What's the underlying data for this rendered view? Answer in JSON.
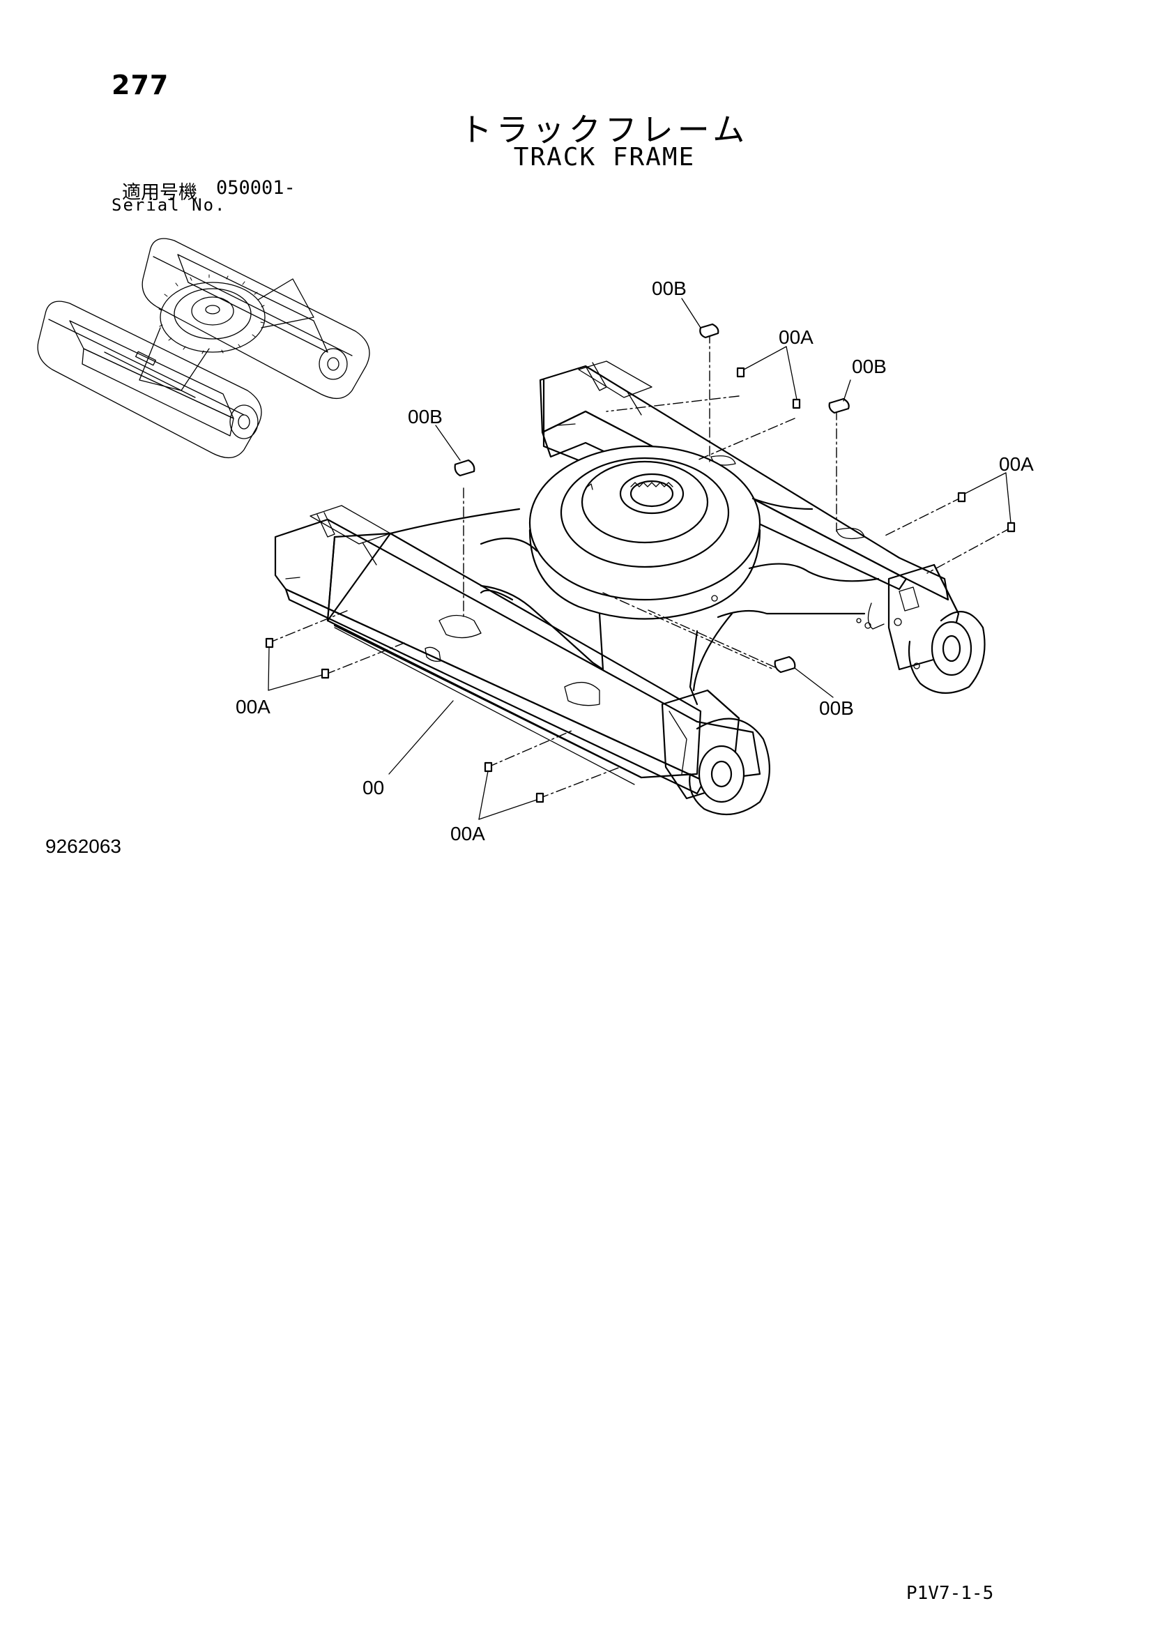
{
  "header": {
    "page_number": "277",
    "title_jp": "トラックフレーム",
    "title_en": "TRACK FRAME",
    "serial_label_jp": "適用号機",
    "serial_range": "050001-",
    "serial_label_en": "Serial No."
  },
  "callouts": [
    {
      "id": "00B-top",
      "text": "00B"
    },
    {
      "id": "00A-top",
      "text": "00A"
    },
    {
      "id": "00B-right-top",
      "text": "00B"
    },
    {
      "id": "00B-left",
      "text": "00B"
    },
    {
      "id": "00A-right",
      "text": "00A"
    },
    {
      "id": "00A-left",
      "text": "00A"
    },
    {
      "id": "00B-right-bottom",
      "text": "00B"
    },
    {
      "id": "00-main",
      "text": "00"
    },
    {
      "id": "00A-bottom",
      "text": "00A"
    }
  ],
  "footer": {
    "drawing_number": "9262063",
    "page_code": "P1V7-1-5"
  }
}
